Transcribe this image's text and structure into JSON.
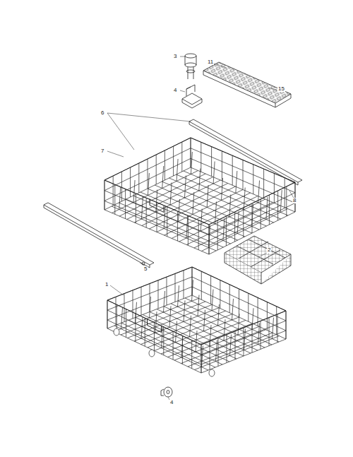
{
  "diagram": {
    "labels": [
      "3",
      "4",
      "11",
      "15",
      "6",
      "7",
      "8",
      "5",
      "2",
      "1",
      "4"
    ]
  }
}
